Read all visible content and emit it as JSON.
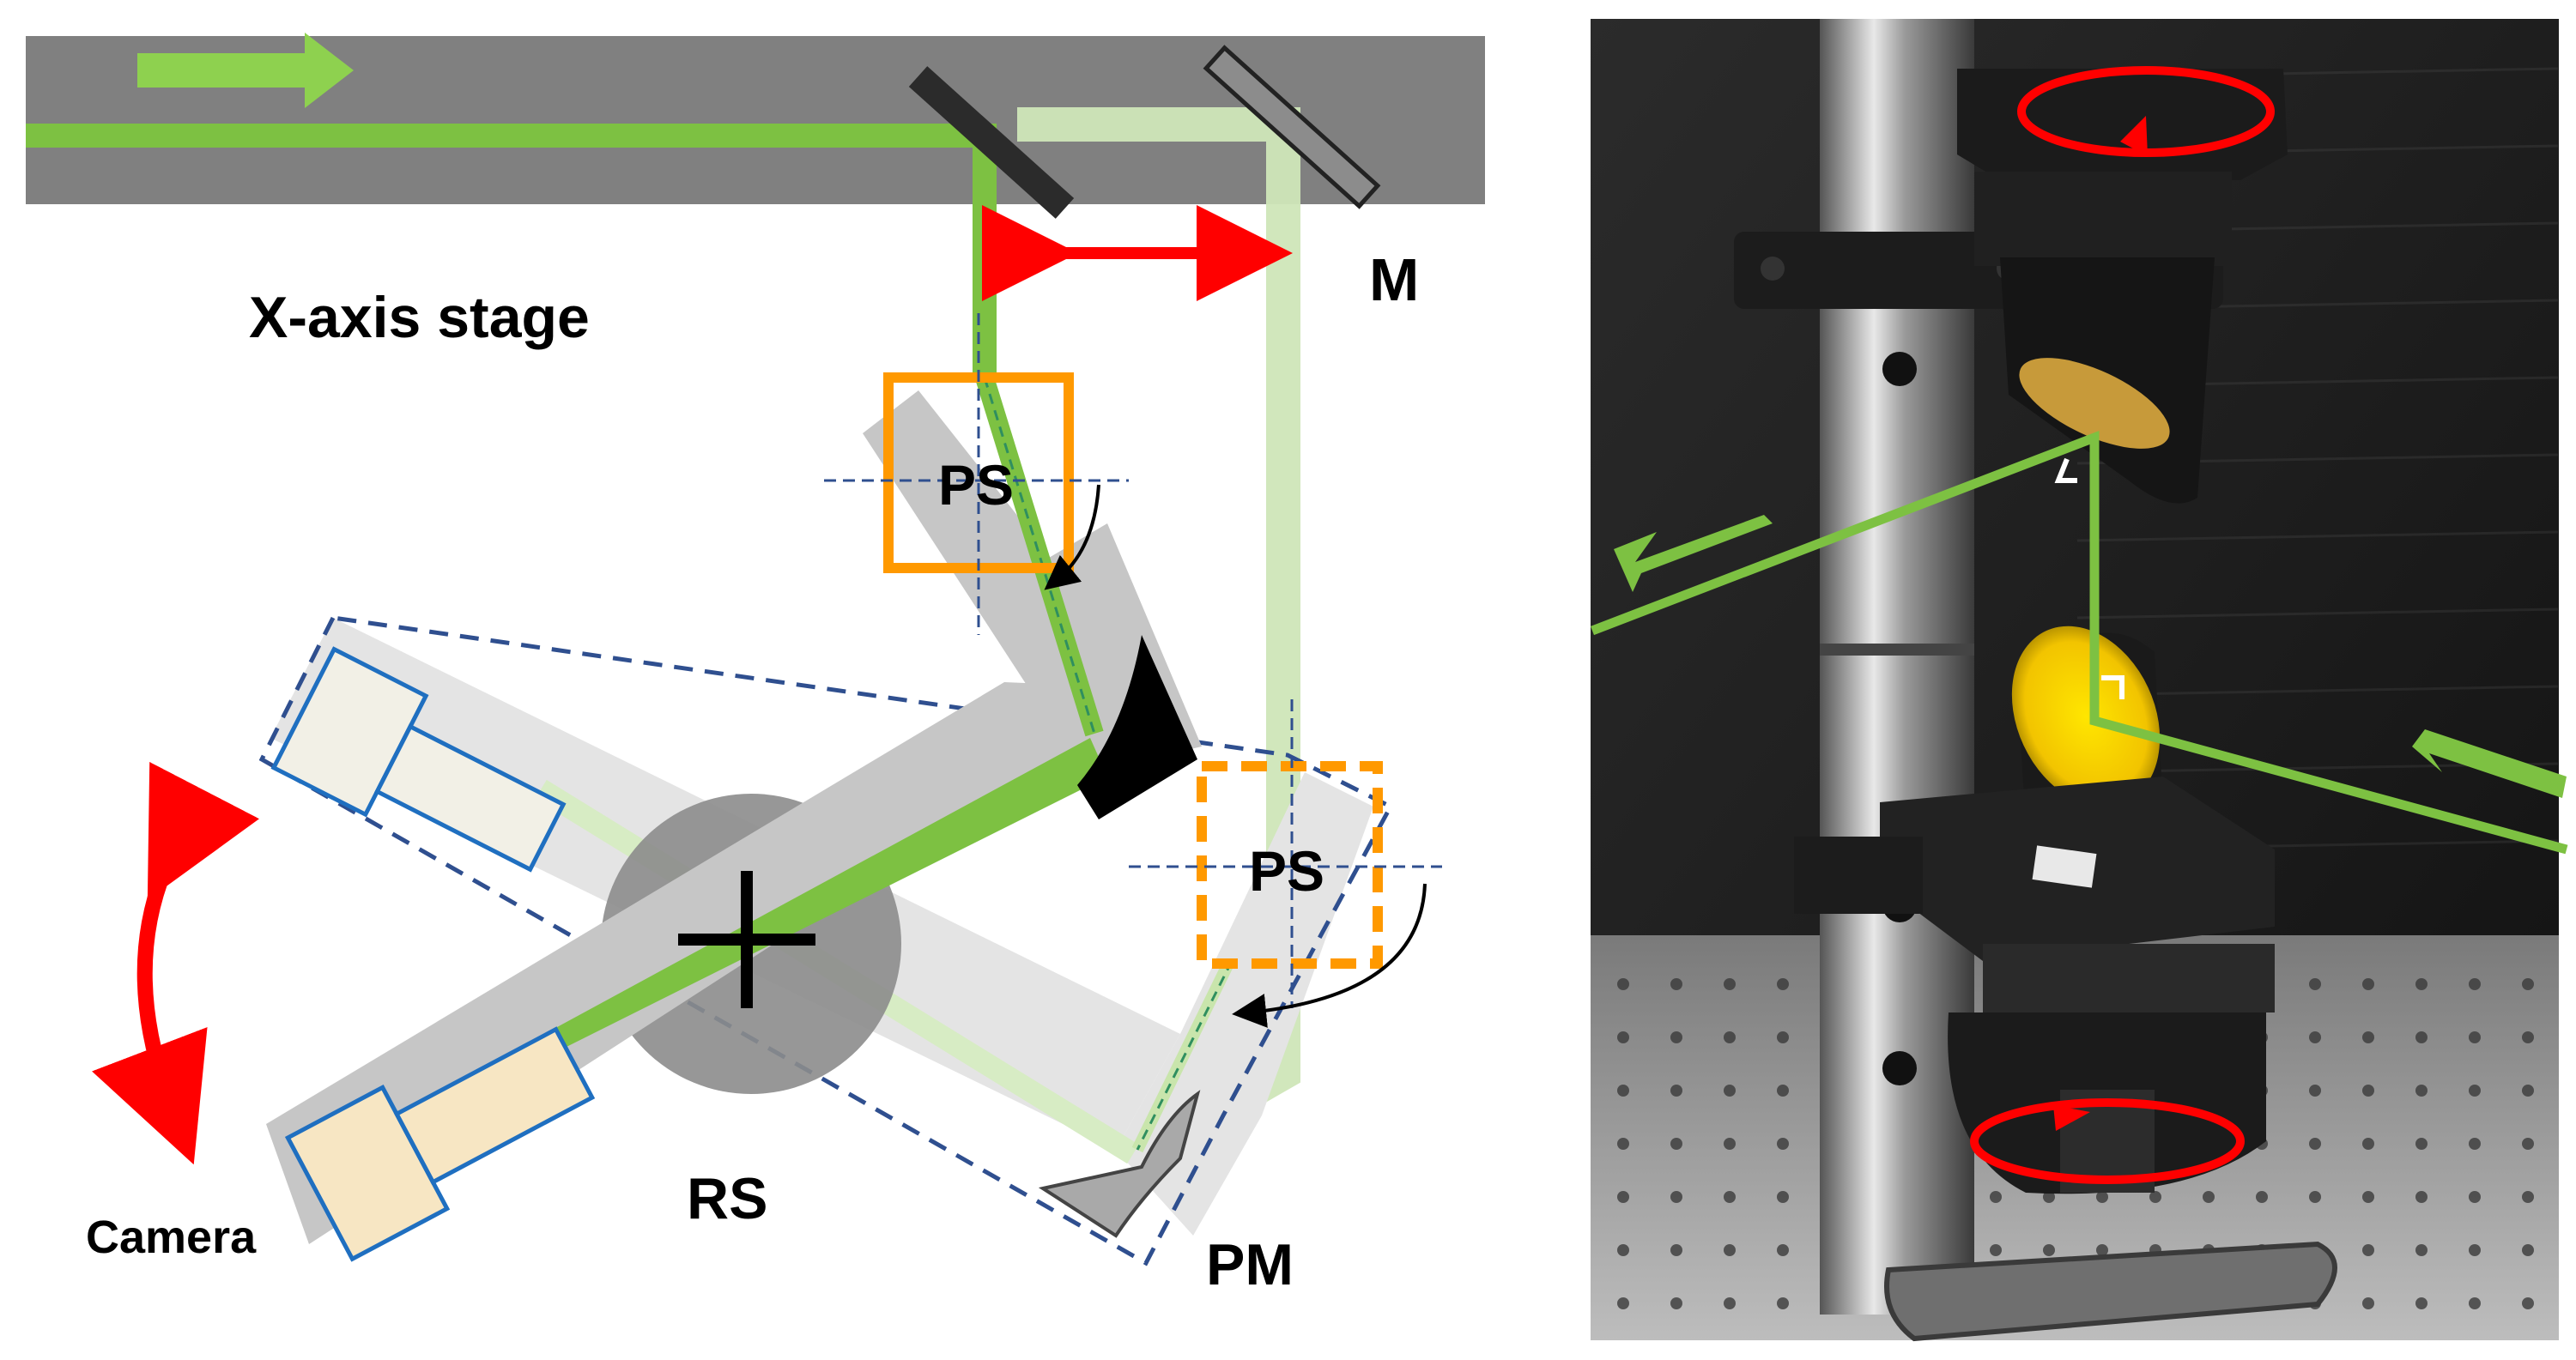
{
  "diagram": {
    "labels": {
      "stage": "X-axis stage",
      "mirror": "M",
      "periscope_top": "PS",
      "periscope_moved": "PS",
      "rotation_stage": "RS",
      "camera": "Camera",
      "parabolic_mirror": "PM"
    },
    "colors": {
      "beam": "#7dc142",
      "beam_faint": "#cfe6b8",
      "stage": "#808080",
      "arm": "#c8c8c8",
      "arm_faint": "#e3e3e3",
      "periscope": "#ff9900",
      "motion_arrow": "#ff0000",
      "dashed_outline": "#2f4f8f",
      "camera_fill_dark": "#f7e6c3",
      "camera_fill_light": "#f2f0e6",
      "camera_border": "#1f6fc0",
      "rotation_stage_fill": "#8a8a8a"
    }
  },
  "photo": {
    "background": "#1a1a1a",
    "mirror_color": "#f2d100",
    "beam_color": "#7dc142",
    "rotation_arrow_color": "#ff0000"
  }
}
